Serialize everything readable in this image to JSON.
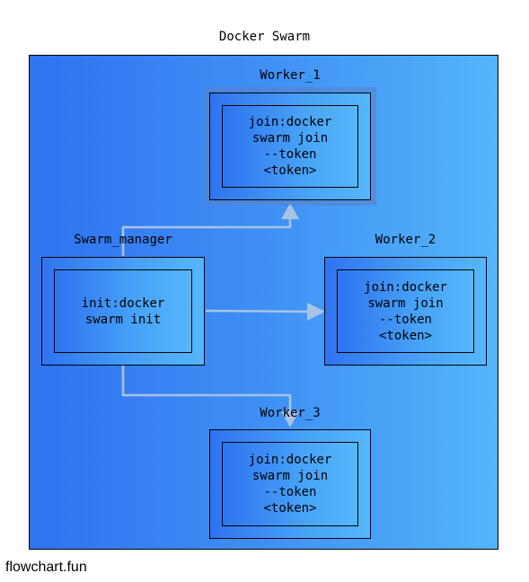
{
  "diagram": {
    "title": "Docker Swarm",
    "footer": "flowchart.fun",
    "colors": {
      "gradient_start": "#2f73f0",
      "gradient_end": "#55b6fb",
      "edge": "#a9c3e4",
      "border": "#000000"
    },
    "nodes": {
      "manager": {
        "label": "Swarm_manager",
        "text": "init:docker\nswarm init"
      },
      "worker1": {
        "label": "Worker_1",
        "text": "join:docker\nswarm join\n--token\n<token>"
      },
      "worker2": {
        "label": "Worker_2",
        "text": "join:docker\nswarm join\n--token\n<token>"
      },
      "worker3": {
        "label": "Worker_3",
        "text": "join:docker\nswarm join\n--token\n<token>"
      }
    }
  }
}
